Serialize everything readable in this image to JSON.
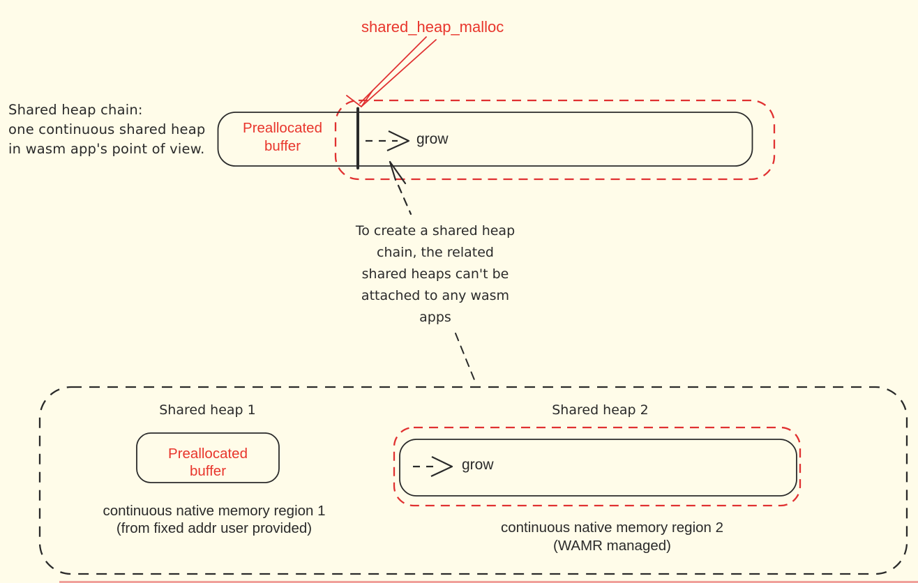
{
  "colors": {
    "background": "#fffce9",
    "ink": "#2a2a2a",
    "red": "#e8352c",
    "red_dash": "#e03131",
    "bottom_strip": "#f0a09a"
  },
  "annotations": {
    "malloc_label": "shared_heap_malloc",
    "description": "Shared heap chain:\none continuous shared heap\nin wasm app's point of view.",
    "note": "To create a shared heap\nchain, the related\nshared heaps can't be\nattached to any wasm\napps"
  },
  "main_heap": {
    "preallocated_label": "Preallocated\nbuffer",
    "grow_label": "grow"
  },
  "bottom_group": {
    "heap1": {
      "title": "Shared heap 1",
      "preallocated_label": "Preallocated\nbuffer",
      "caption": "continuous native memory region 1\n(from fixed addr user provided)"
    },
    "heap2": {
      "title": "Shared heap 2",
      "grow_label": "grow",
      "caption": "continuous native memory region 2\n(WAMR managed)"
    }
  },
  "icons": {
    "malloc_arrow": "red-double-line-arrow",
    "grow_arrow": "dashed-right-arrow",
    "attach_pointer": "hand-drawn-up-arrow",
    "note_connector": "dashed-connector-line"
  }
}
